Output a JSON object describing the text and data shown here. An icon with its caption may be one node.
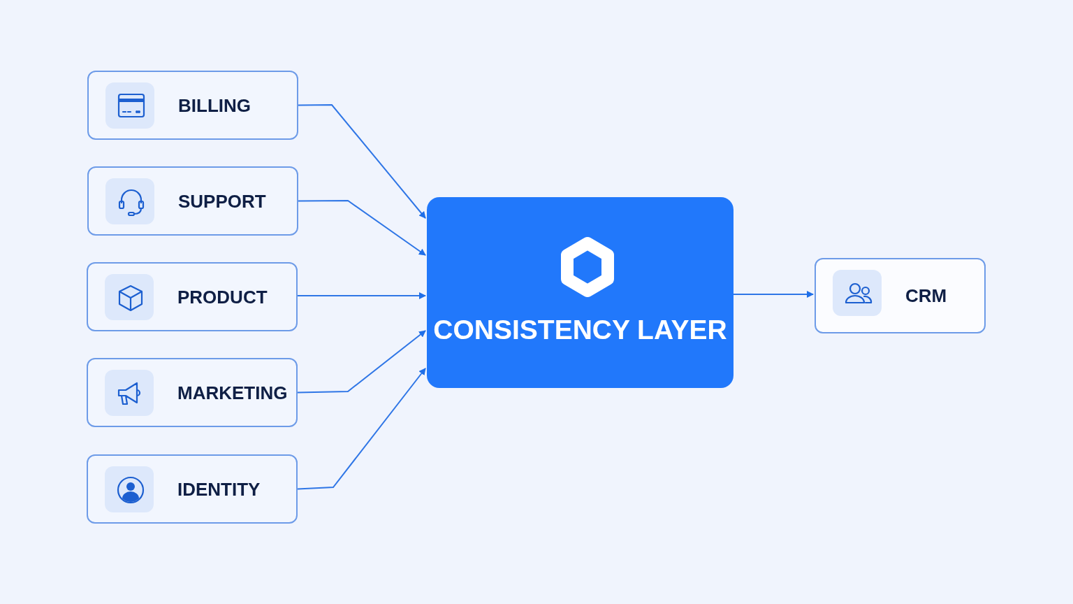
{
  "diagram": {
    "nodes": [
      {
        "text": [
          "BILLING"
        ]
      },
      {
        "text": [
          "SUPPORT"
        ]
      },
      {
        "text": [
          "PRODUCT"
        ]
      },
      {
        "text": [
          "MARKETING"
        ]
      },
      {
        "text": [
          "IDENTITY"
        ]
      },
      {
        "text": [
          "CONSISTENCY LAYER"
        ]
      },
      {
        "text": [
          "CRM"
        ]
      }
    ],
    "edges": [
      {
        "from": 0,
        "to": 5,
        "arrow": "to"
      },
      {
        "from": 1,
        "to": 5,
        "arrow": "to"
      },
      {
        "from": 2,
        "to": 5,
        "arrow": "to"
      },
      {
        "from": 3,
        "to": 5,
        "arrow": "to"
      },
      {
        "from": 4,
        "to": 5,
        "arrow": "to"
      },
      {
        "from": 5,
        "to": 6,
        "arrow": "to"
      }
    ]
  }
}
